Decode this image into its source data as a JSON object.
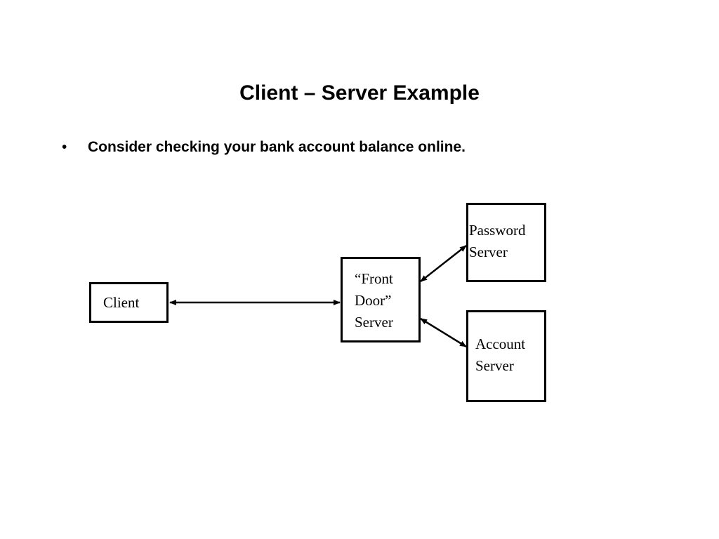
{
  "slide": {
    "title": "Client – Server Example",
    "bullets": [
      {
        "marker": "•",
        "text": "Consider checking your bank account balance online."
      }
    ]
  },
  "diagram": {
    "nodes": {
      "client": {
        "lines": [
          "Client"
        ]
      },
      "front_door": {
        "lines": [
          "“Front",
          "Door”",
          "Server"
        ]
      },
      "password": {
        "lines": [
          "Password",
          "Server"
        ]
      },
      "account": {
        "lines": [
          "Account",
          "Server"
        ]
      }
    },
    "edges": [
      {
        "from": "client",
        "to": "front_door",
        "bidirectional": true
      },
      {
        "from": "front_door",
        "to": "password",
        "bidirectional": true
      },
      {
        "from": "front_door",
        "to": "account",
        "bidirectional": true
      }
    ],
    "colors": {
      "stroke": "#000000",
      "background": "#ffffff"
    }
  }
}
